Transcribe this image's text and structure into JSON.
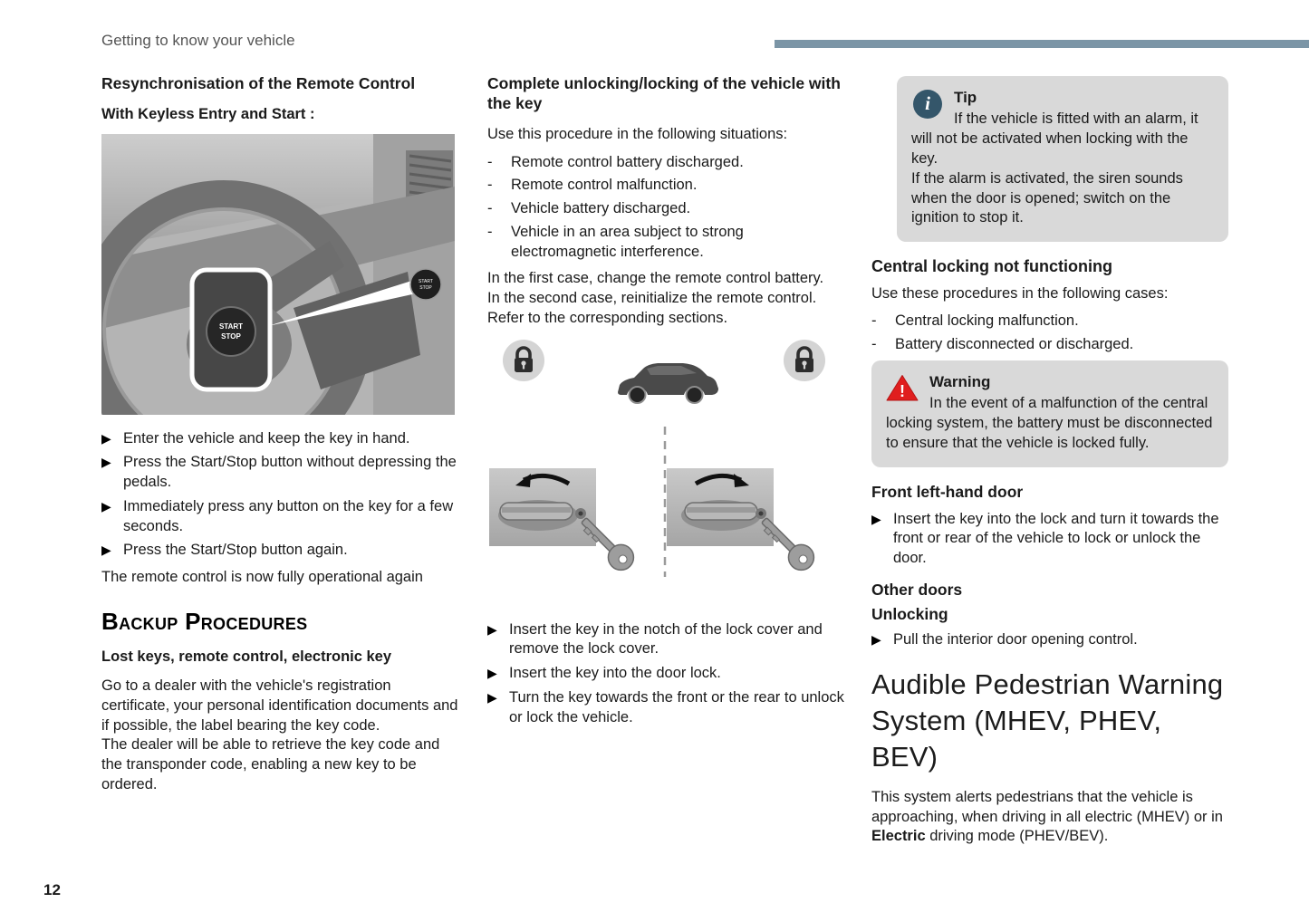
{
  "page": {
    "header": "Getting to know your vehicle",
    "page_number": "12"
  },
  "colors": {
    "header_bar": "#7b95a6",
    "box_background": "#d9d9d9",
    "info_icon_background": "#34566a",
    "warning_red": "#e01e1e"
  },
  "col1": {
    "title": "Resynchronisation of the Remote Control",
    "subtitle": "With Keyless Entry and Start :",
    "image_button_label_1": "START",
    "image_button_label_2": "STOP",
    "steps": [
      "Enter the vehicle and keep the key in hand.",
      "Press the Start/Stop button without depressing the pedals.",
      "Immediately press any button on the key for a few seconds.",
      "Press the Start/Stop button again."
    ],
    "result": "The remote control is now fully operational again",
    "backup_title": "Backup Procedures",
    "lost_title": "Lost keys, remote control, electronic key",
    "lost_p1": "Go to a dealer with the vehicle's registration certificate, your personal identification documents and if possible, the label bearing the key code.",
    "lost_p2": "The dealer will be able to retrieve the key code and the transponder code, enabling a new key to be ordered."
  },
  "col2": {
    "title": "Complete unlocking/locking of the vehicle with the key",
    "intro": "Use this procedure in the following situations:",
    "cases": [
      "Remote control battery discharged.",
      "Remote control malfunction.",
      "Vehicle battery discharged.",
      "Vehicle in an area subject to strong electromagnetic interference."
    ],
    "p1": "In the first case, change the remote control battery.",
    "p2": "In the second case, reinitialize the remote control.",
    "p3": "Refer to the corresponding sections.",
    "steps": [
      "Insert the key in the notch of the lock cover and remove the lock cover.",
      "Insert the key into the door lock.",
      "Turn the key towards the front or the rear to unlock or lock the vehicle."
    ]
  },
  "col3": {
    "tip": {
      "title": "Tip",
      "line1": "If the vehicle is fitted with an alarm, it will not be activated when locking with the key.",
      "line2": "If the alarm is activated, the siren sounds when the door is opened; switch on the ignition to stop it."
    },
    "central_title": "Central locking not functioning",
    "central_intro": "Use these procedures in the following cases:",
    "central_cases": [
      "Central locking malfunction.",
      "Battery disconnected or discharged."
    ],
    "warning": {
      "title": "Warning",
      "text": "In the event of a malfunction of the central locking system, the battery must be disconnected to ensure that the vehicle is locked fully."
    },
    "front_door_title": "Front left-hand door",
    "front_door_step": "Insert the key into the lock and turn it towards the front or rear of the vehicle to lock or unlock the door.",
    "other_doors_title": "Other doors",
    "unlocking_title": "Unlocking",
    "unlocking_step": "Pull the interior door opening control.",
    "apws_title": "Audible Pedestrian Warning System (MHEV, PHEV, BEV)",
    "apws_p1": "This system alerts pedestrians that the vehicle is approaching, when driving in all electric (MHEV) or in ",
    "apws_bold": "Electric",
    "apws_p2": " driving mode (PHEV/BEV)."
  }
}
